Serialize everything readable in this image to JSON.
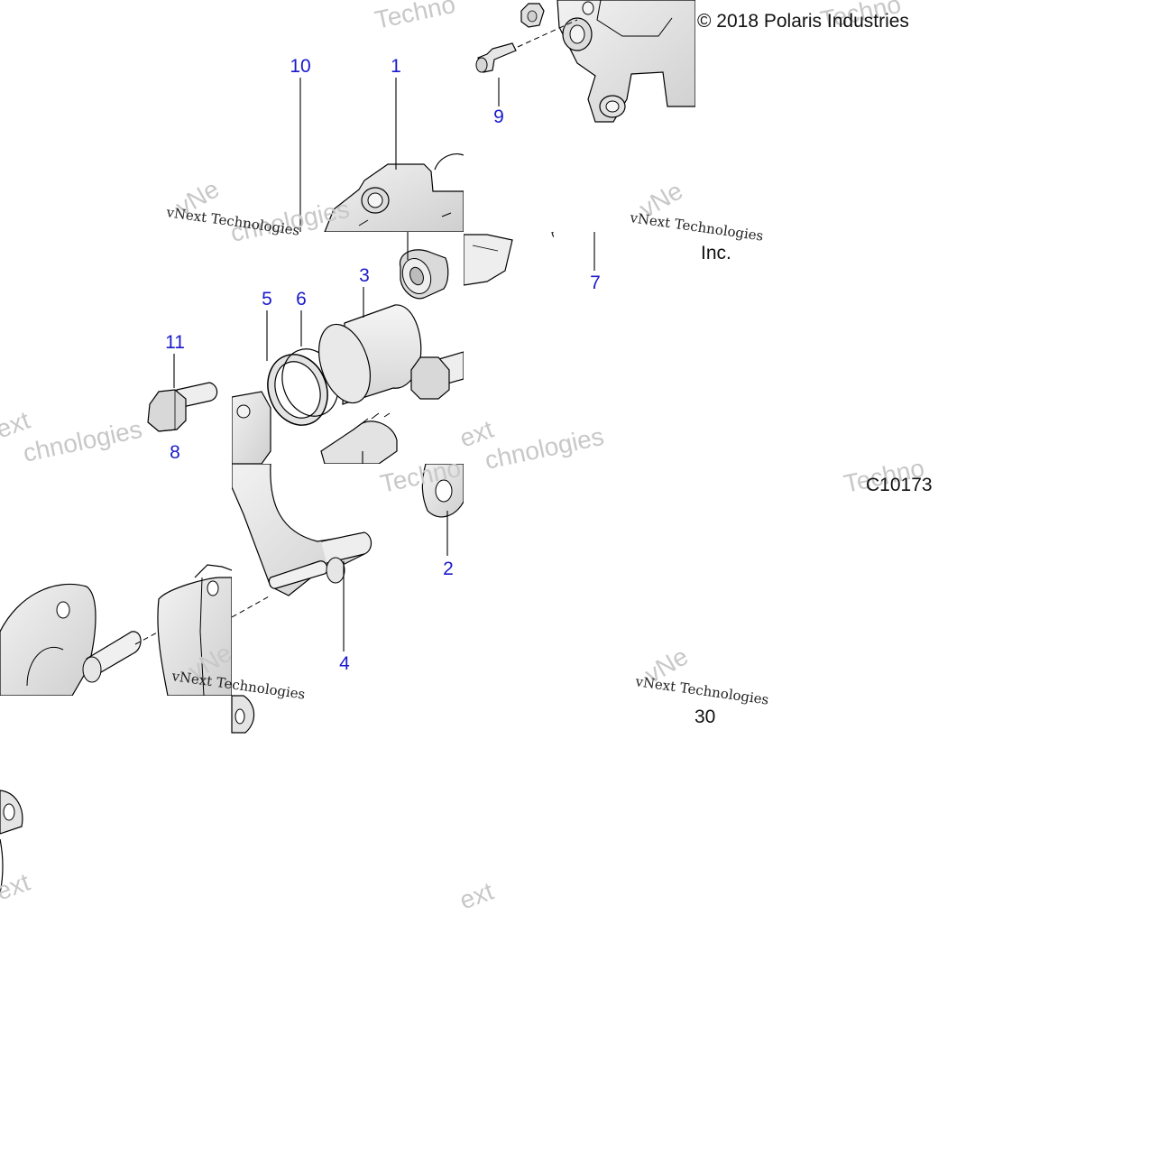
{
  "copyright": "© 2018 Polaris Industries",
  "copyright_suffix": "Inc.",
  "figure_code": "C10173",
  "page_number": "30",
  "watermark": {
    "line1": "vNext Technologies",
    "short": "Techno",
    "short_ext": "ext",
    "short_tech": "chnologies",
    "short_ne": "vNe"
  },
  "callouts": [
    {
      "id": "1",
      "label": "1"
    },
    {
      "id": "2",
      "label": "2"
    },
    {
      "id": "3",
      "label": "3"
    },
    {
      "id": "4",
      "label": "4"
    },
    {
      "id": "5",
      "label": "5"
    },
    {
      "id": "6",
      "label": "6"
    },
    {
      "id": "7",
      "label": "7"
    },
    {
      "id": "8",
      "label": "8"
    },
    {
      "id": "9",
      "label": "9"
    },
    {
      "id": "10",
      "label": "10"
    },
    {
      "id": "11",
      "label": "11"
    }
  ],
  "colors": {
    "callout": "#1a1acc",
    "line": "#000000",
    "part_fill": "#e6e6e6",
    "part_shade": "#cfcfcf",
    "watermark": "#c8c8c8"
  }
}
